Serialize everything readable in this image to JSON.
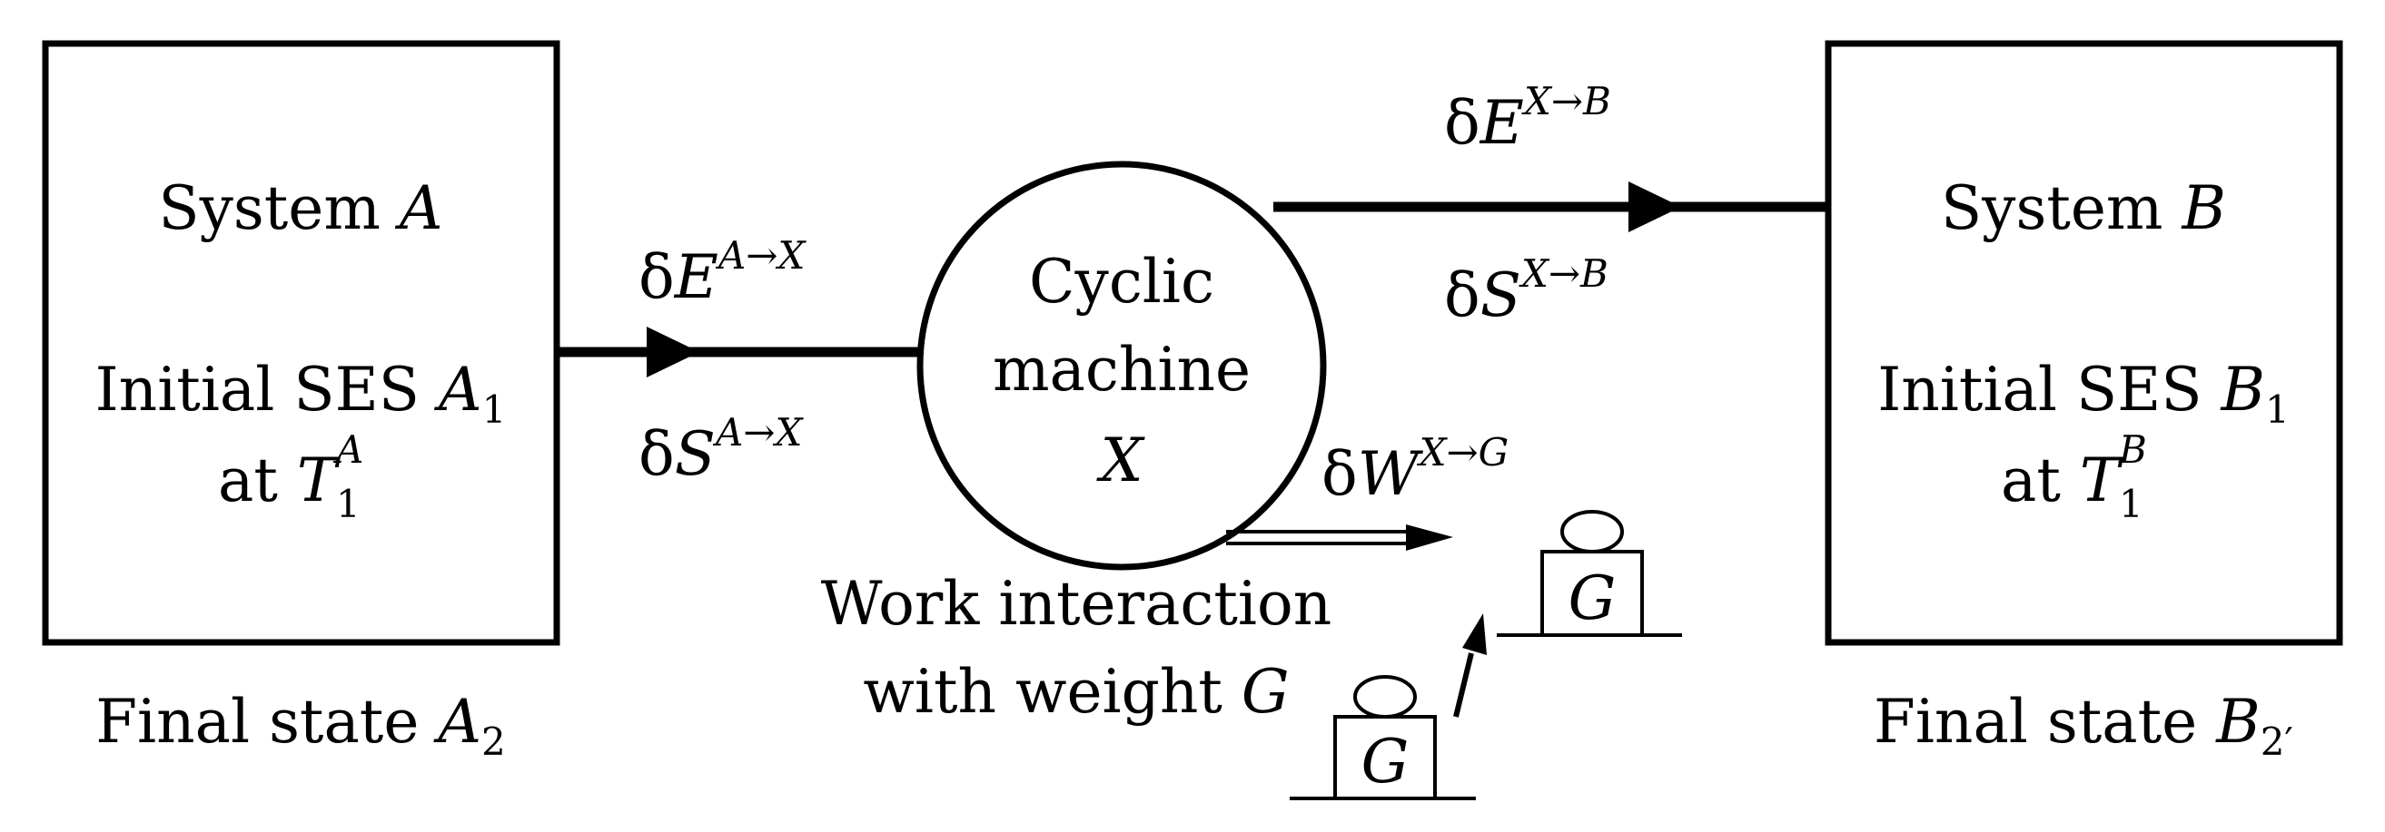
{
  "system_a": {
    "title_prefix": "System",
    "title_var": "A",
    "initial_prefix": "Initial SES",
    "initial_var": "A",
    "initial_sub": "1",
    "temp_prefix": "at",
    "temp_var": "T",
    "temp_sub": "1",
    "temp_sup": "A",
    "final_prefix": "Final state",
    "final_var": "A",
    "final_sub": "2"
  },
  "system_b": {
    "title_prefix": "System",
    "title_var": "B",
    "initial_prefix": "Initial SES",
    "initial_var": "B",
    "initial_sub": "1",
    "temp_prefix": "at",
    "temp_var": "T",
    "temp_sub": "1",
    "temp_sup": "B",
    "final_prefix": "Final state",
    "final_var": "B",
    "final_sub": "2′"
  },
  "machine": {
    "line1": "Cyclic",
    "line2": "machine",
    "var": "X"
  },
  "flow_a_to_x": {
    "energy_prefix": "δ",
    "energy_var": "E",
    "energy_sup": "A→X",
    "entropy_prefix": "δ",
    "entropy_var": "S",
    "entropy_sup": "A→X"
  },
  "flow_x_to_b": {
    "energy_prefix": "δ",
    "energy_var": "E",
    "energy_sup": "X→B",
    "entropy_prefix": "δ",
    "entropy_var": "S",
    "entropy_sup": "X→B"
  },
  "work": {
    "prefix": "δ",
    "var": "W",
    "sup": "X→G",
    "desc_line1": "Work interaction",
    "desc_line2_prefix": "with weight",
    "desc_line2_var": "G"
  },
  "weight": {
    "label": "G"
  }
}
